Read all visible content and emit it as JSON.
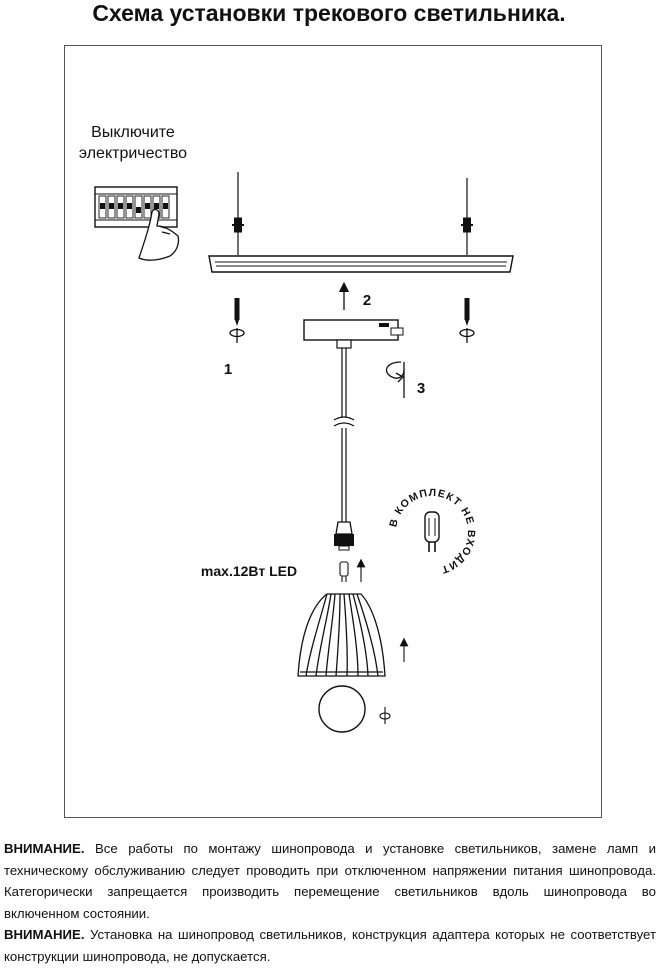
{
  "title": "Схема установки трекового светильника.",
  "diagram": {
    "switch_off_line1": "Выключите",
    "switch_off_line2": "электричество",
    "step1": "1",
    "step2": "2",
    "step3": "3",
    "lamp_spec": "max.12Вт LED",
    "stamp_text": "В КОМПЛЕКТ НЕ ВХОДИТ"
  },
  "notes": {
    "warning1_label": "ВНИМАНИЕ.",
    "warning1_text": " Все работы по монтажу шинопровода и установке светильников, замене ламп и техническому обслуживанию следует проводить при отключенном напряжении питания шинопровода. Категорически запрещается производить перемещение светильников вдоль шинопровода во включенном состоянии.",
    "warning2_label": "ВНИМАНИЕ.",
    "warning2_text": " Установка на шинопровод светильников, конструкция адаптера которых не соответствует конструкции шинопровода, не допускается."
  }
}
